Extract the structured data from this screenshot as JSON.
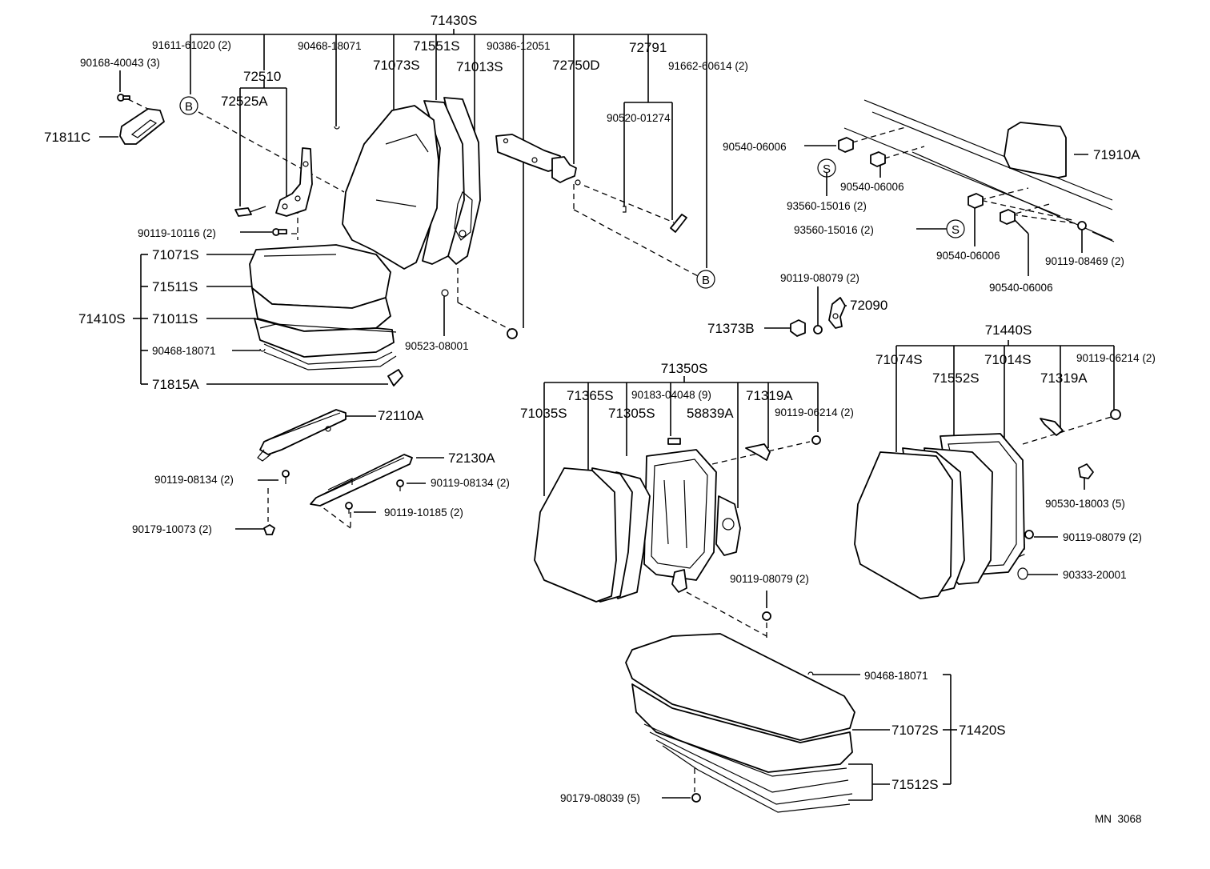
{
  "diagram_code": "MN  3068",
  "markers": {
    "b": "B",
    "s": "S"
  },
  "labels": {
    "l71430S": "71430S",
    "l91611": "91611-61020 (2)",
    "l90468a": "90468-18071",
    "l71551S": "71551S",
    "l90386": "90386-12051",
    "l72791": "72791",
    "l90168": "90168-40043 (3)",
    "l72510": "72510",
    "l71073S": "71073S",
    "l71013S": "71013S",
    "l72750D": "72750D",
    "l91662": "91662-60614 (2)",
    "l72525A": "72525A",
    "l71811C": "71811C",
    "l90520": "90520-01274",
    "l90119_10116": "90119-10116 (2)",
    "l71071S": "71071S",
    "l71511S": "71511S",
    "l71410S": "71410S",
    "l71011S": "71011S",
    "l90468b": "90468-18071",
    "l71815A": "71815A",
    "l90523": "90523-08001",
    "l90540a": "90540-06006",
    "l90540b": "90540-06006",
    "l93560a": "93560-15016 (2)",
    "l93560b": "93560-15016 (2)",
    "l90540c": "90540-06006",
    "l90540d": "90540-06006",
    "l71910A": "71910A",
    "l90119_08469": "90119-08469 (2)",
    "l90119_08079a": "90119-08079 (2)",
    "l72090": "72090",
    "l71373B": "71373B",
    "l71440S": "71440S",
    "l71074S": "71074S",
    "l71014S": "71014S",
    "l90119_06214b": "90119-06214 (2)",
    "l71552S": "71552S",
    "l71319Ab": "71319A",
    "l90530": "90530-18003 (5)",
    "l90119_08079c": "90119-08079 (2)",
    "l90333": "90333-20001",
    "l71350S": "71350S",
    "l71365S": "71365S",
    "l90183": "90183-04048 (9)",
    "l71319Aa": "71319A",
    "l71035S": "71035S",
    "l71305S": "71305S",
    "l58839A": "58839A",
    "l90119_06214a": "90119-06214 (2)",
    "l90119_08079b": "90119-08079 (2)",
    "l72110A": "72110A",
    "l72130A": "72130A",
    "l90119_08134a": "90119-08134 (2)",
    "l90119_08134b": "90119-08134 (2)",
    "l90119_10185": "90119-10185 (2)",
    "l90179_10073": "90179-10073 (2)",
    "l90468c": "90468-18071",
    "l71072S": "71072S",
    "l71420S": "71420S",
    "l71512S": "71512S",
    "l90179_08039": "90179-08039 (5)"
  }
}
